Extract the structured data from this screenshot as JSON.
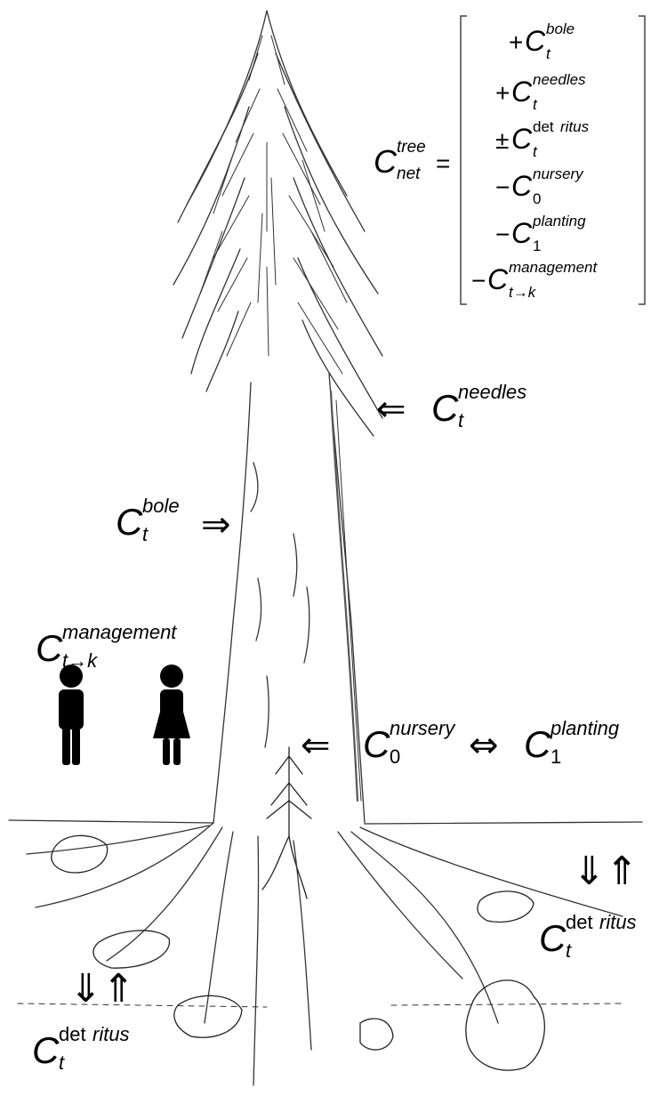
{
  "equation": {
    "lhs": {
      "symbol": "C",
      "superscript": "tree",
      "subscript": "net"
    },
    "equals": "=",
    "terms": [
      {
        "sign": "+",
        "symbol": "C",
        "superscript": "bole",
        "subscript": "t"
      },
      {
        "sign": "+",
        "symbol": "C",
        "superscript": "needles",
        "subscript": "t"
      },
      {
        "sign": "±",
        "symbol": "C",
        "superscript_roman": "det",
        "superscript": "ritus",
        "subscript": "t"
      },
      {
        "sign": "−",
        "symbol": "C",
        "superscript": "nursery",
        "subscript": "0"
      },
      {
        "sign": "−",
        "symbol": "C",
        "superscript": "planting",
        "subscript": "1"
      },
      {
        "sign": "−",
        "symbol": "C",
        "superscript": "management",
        "subscript": "t→k"
      }
    ]
  },
  "labels": {
    "needles": {
      "symbol": "C",
      "superscript": "needles",
      "subscript": "t",
      "arrow": "⇐"
    },
    "bole": {
      "symbol": "C",
      "superscript": "bole",
      "subscript": "t",
      "arrow": "⇒"
    },
    "management": {
      "symbol": "C",
      "superscript": "management",
      "subscript": "t→k"
    },
    "nursery": {
      "symbol": "C",
      "superscript": "nursery",
      "subscript": "0",
      "arrow": "⇐"
    },
    "planting": {
      "symbol": "C",
      "superscript": "planting",
      "subscript": "1",
      "arrow": "⇔"
    },
    "detritus_right": {
      "symbol": "C",
      "superscript_roman": "det",
      "superscript": "ritus",
      "subscript": "t",
      "arrows": "⇓⇑"
    },
    "detritus_left": {
      "symbol": "C",
      "superscript_roman": "det",
      "superscript": "ritus",
      "subscript": "t",
      "arrows": "⇓⇑"
    }
  },
  "icons": [
    "man-silhouette-icon",
    "woman-silhouette-icon",
    "tree-sketch",
    "seedling-sketch",
    "litter-clump-sketch"
  ]
}
